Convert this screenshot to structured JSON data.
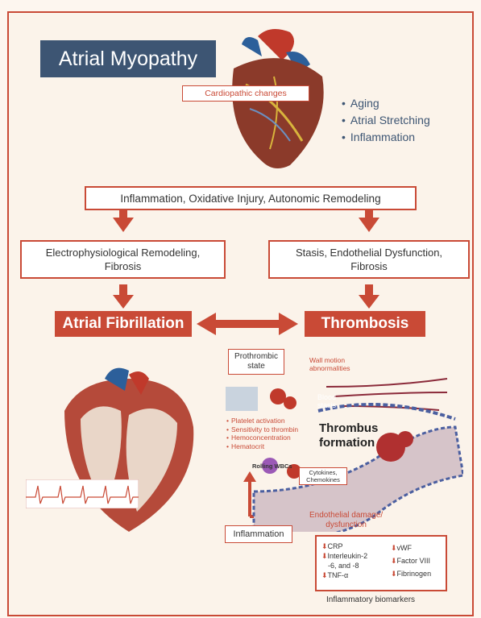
{
  "title": "Atrial Myopathy",
  "cardiopathic_label": "Cardiopathic changes",
  "causes": [
    "Aging",
    "Atrial Stretching",
    "Inflammation"
  ],
  "top_box": "Inflammation, Oxidative Injury, Autonomic Remodeling",
  "left_box_line1": "Electrophysiological Remodeling,",
  "left_box_line2": "Fibrosis",
  "right_box_line1": "Stasis, Endothelial Dysfunction,",
  "right_box_line2": "Fibrosis",
  "af_label": "Atrial Fibrillation",
  "thrombosis_label": "Thrombosis",
  "prothrombic_line1": "Prothrombic",
  "prothrombic_line2": "state",
  "wall_motion_line1": "Wall motion",
  "wall_motion_line2": "abnormalities",
  "blood_stasis_line1": "Blood",
  "blood_stasis_line2": "stasis",
  "thrombus_line1": "Thrombus",
  "thrombus_line2": "formation",
  "platelet_items": [
    "Platelet activation",
    "Sensitivity to thrombin",
    "Hemoconcentration",
    "Hematocrit"
  ],
  "rolling_wbcs": "Rolling WBCs",
  "cytokines_line1": "Cytokines,",
  "cytokines_line2": "Chemokines",
  "endothelial_line1": "Endothelial damage/",
  "endothelial_line2": "dysfunction",
  "inflammation_label": "Inflammation",
  "biomarkers_left": [
    "CRP",
    "Interleukin-2",
    "-6, and -8",
    "TNF-α"
  ],
  "biomarkers_right": [
    "vWF",
    "Factor VIII",
    "Fibrinogen"
  ],
  "biomarkers_caption": "Inflammatory biomarkers",
  "colors": {
    "accent": "#c94a36",
    "title_bg": "#3d5573",
    "frame": "#c94a36"
  },
  "icons": [
    "heart-illustration",
    "heart-section-illustration",
    "ecg-strip",
    "vessel-illustration"
  ]
}
